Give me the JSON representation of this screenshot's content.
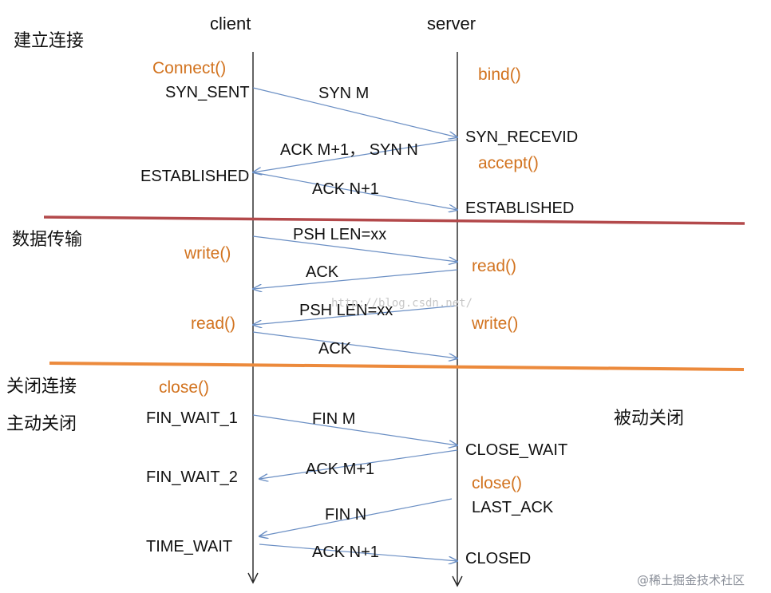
{
  "diagram": {
    "headers": {
      "client": "client",
      "server": "server"
    },
    "sections": {
      "establish": "建立连接",
      "transfer": "数据传输",
      "close": "关闭连接",
      "active_close": "主动关闭",
      "passive_close": "被动关闭"
    },
    "client_labels": {
      "connect": "Connect()",
      "syn_sent": "SYN_SENT",
      "established": "ESTABLISHED",
      "write": "write()",
      "read": "read()",
      "close": "close()",
      "fin_wait_1": "FIN_WAIT_1",
      "fin_wait_2": "FIN_WAIT_2",
      "time_wait": "TIME_WAIT"
    },
    "server_labels": {
      "bind": "bind()",
      "syn_recevid": "SYN_RECEVID",
      "accept": "accept()",
      "established": "ESTABLISHED",
      "read": "read()",
      "write": "write()",
      "close_wait": "CLOSE_WAIT",
      "close": "close()",
      "last_ack": "LAST_ACK",
      "closed": "CLOSED"
    },
    "messages": {
      "syn_m": "SYN M",
      "ack_syn": "ACK M+1， SYN N",
      "ack_n1": "ACK N+1",
      "psh1": "PSH LEN=xx",
      "ack1": "ACK",
      "psh2": "PSH LEN=xx",
      "ack2": "ACK",
      "fin_m": "FIN M",
      "ack_m1": "ACK M+1",
      "fin_n": "FIN N",
      "ack_n1_close": "ACK N+1"
    },
    "watermark": "http://blog.csdn.net/",
    "brand": "@稀土掘金技术社区",
    "colors": {
      "text": "#111111",
      "function": "#d2731f",
      "arrow": "#6b8fc4",
      "lifeline": "#222222",
      "divider_top": "#b3494b",
      "divider_bottom": "#ec8a3c"
    }
  }
}
